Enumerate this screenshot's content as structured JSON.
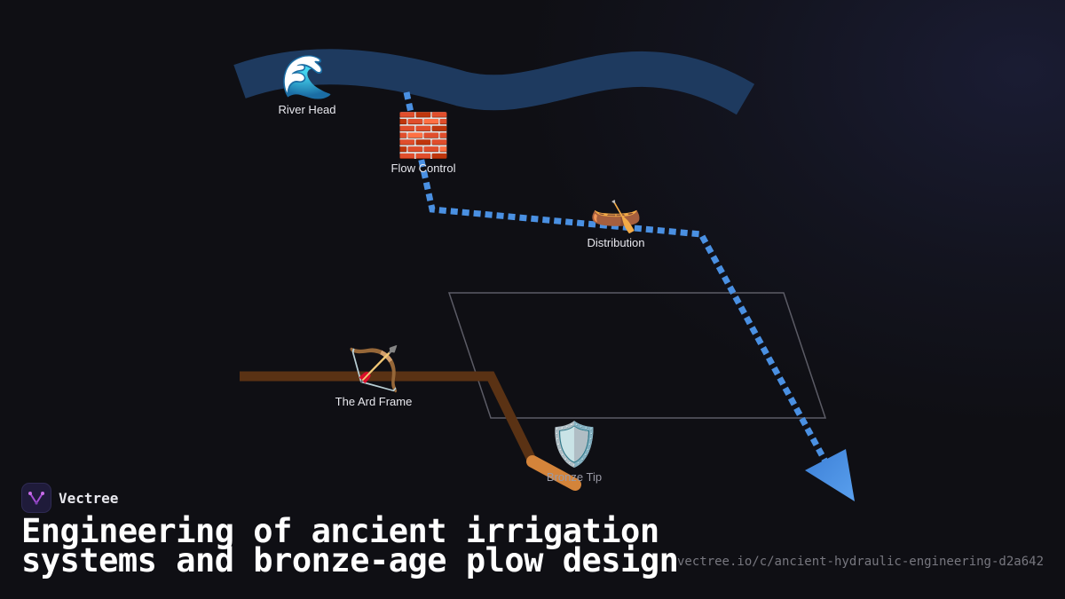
{
  "diagram": {
    "nodes": {
      "river_head": {
        "icon": "🌊",
        "icon_name": "water-wave-icon",
        "label": "River Head"
      },
      "flow_control": {
        "icon": "🧱",
        "icon_name": "brick-wall-icon",
        "label": "Flow Control"
      },
      "distribution": {
        "icon": "🛶",
        "icon_name": "canoe-icon",
        "label": "Distribution"
      },
      "ard_frame": {
        "icon": "🏹",
        "icon_name": "bow-and-arrow-icon",
        "label": "The Ard Frame"
      },
      "bronze_tip": {
        "icon": "🛡️",
        "icon_name": "shield-icon",
        "label": "Bronze Tip"
      }
    },
    "colors": {
      "river": "#1e3a5f",
      "channel": "#4a90e2",
      "plow_frame": "#5a3214",
      "bronze": "#d4843a",
      "field_outline": "#5c5c66"
    }
  },
  "brand": {
    "name": "Vectree",
    "icon_name": "vectree-logo-icon"
  },
  "title": "Engineering of ancient irrigation systems and bronze-age plow design",
  "url": "vectree.io/c/ancient-hydraulic-engineering-d2a642"
}
